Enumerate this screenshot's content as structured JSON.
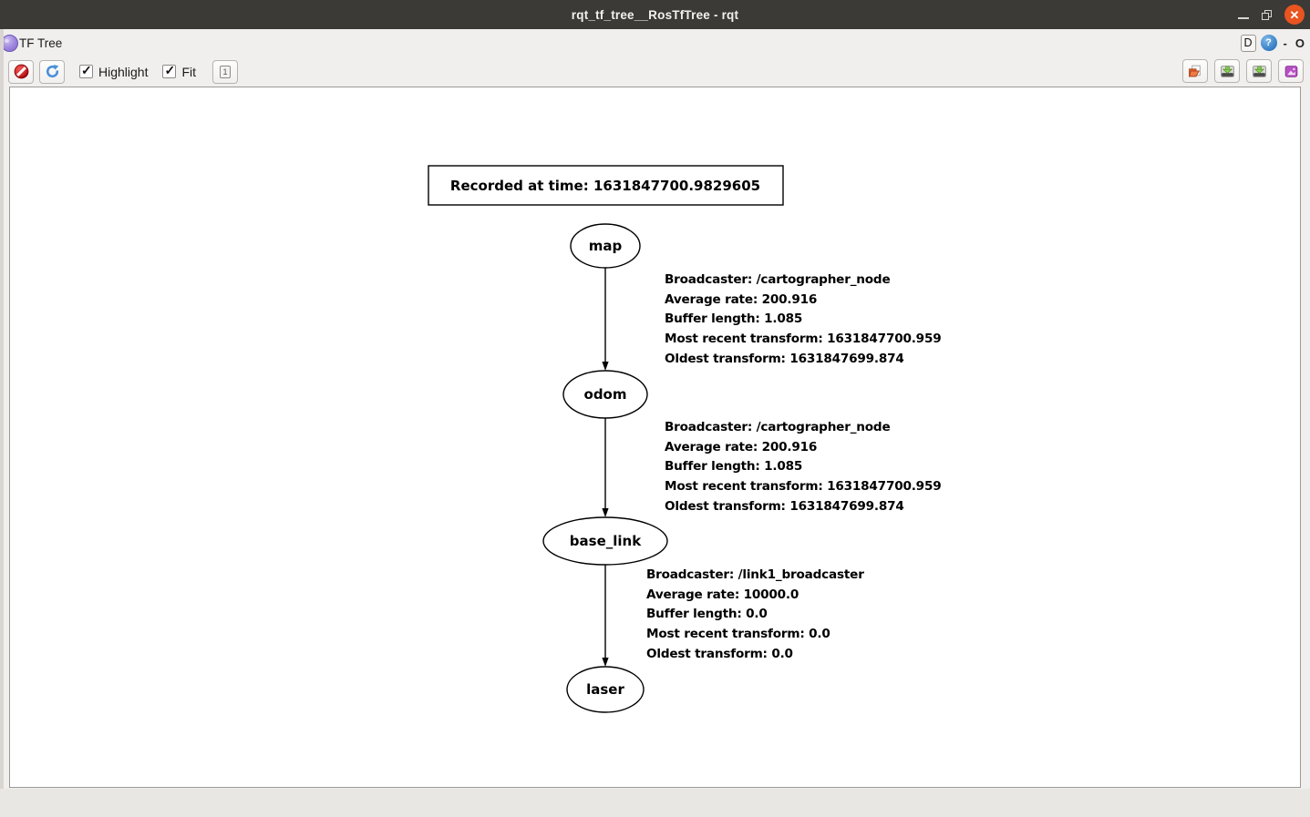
{
  "window": {
    "title": "rqt_tf_tree__RosTfTree - rqt",
    "close_glyph": "✕",
    "titlebar_color": "#3b3a36",
    "close_color": "#e95420"
  },
  "dock": {
    "title": "TF Tree",
    "detach_label": "D",
    "help_label": "?",
    "minimize_label": "-",
    "float_label": "O"
  },
  "toolbar": {
    "highlight_label": "Highlight",
    "fit_label": "Fit",
    "one_to_one_label": "1",
    "icons": {
      "stop": "no-entry-icon",
      "refresh": "refresh-icon",
      "load_dot": "open-folder-icon",
      "save_dot": "save-drive-icon",
      "save_svg": "save-drive-icon",
      "save_image": "image-icon"
    }
  },
  "graph": {
    "recorded_label": "Recorded at time: 1631847700.9829605",
    "nodes": [
      {
        "id": "map",
        "label": "map"
      },
      {
        "id": "odom",
        "label": "odom"
      },
      {
        "id": "base_link",
        "label": "base_link"
      },
      {
        "id": "laser",
        "label": "laser"
      }
    ],
    "edges": [
      {
        "from": "map",
        "to": "odom",
        "lines": [
          "Broadcaster: /cartographer_node",
          "Average rate: 200.916",
          "Buffer length: 1.085",
          "Most recent transform: 1631847700.959",
          "Oldest transform: 1631847699.874"
        ]
      },
      {
        "from": "odom",
        "to": "base_link",
        "lines": [
          "Broadcaster: /cartographer_node",
          "Average rate: 200.916",
          "Buffer length: 1.085",
          "Most recent transform: 1631847700.959",
          "Oldest transform: 1631847699.874"
        ]
      },
      {
        "from": "base_link",
        "to": "laser",
        "lines": [
          "Broadcaster: /link1_broadcaster",
          "Average rate: 10000.0",
          "Buffer length: 0.0",
          "Most recent transform: 0.0",
          "Oldest transform: 0.0"
        ]
      }
    ]
  }
}
